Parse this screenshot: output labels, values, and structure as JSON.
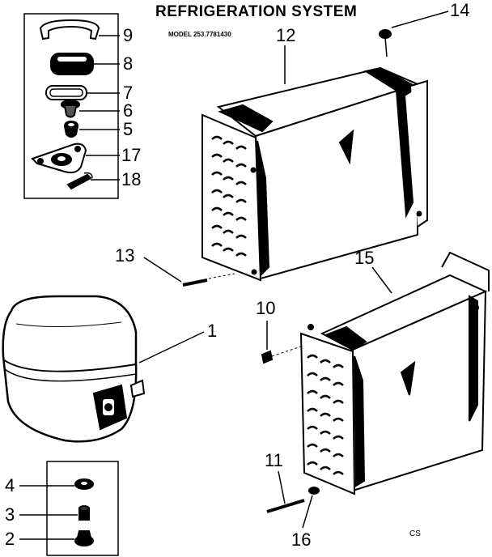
{
  "title": "REFRIGERATION SYSTEM",
  "model": "MODEL 253.7781430",
  "footer_code": "CS",
  "callouts": {
    "n1": "1",
    "n2": "2",
    "n3": "3",
    "n4": "4",
    "n5": "5",
    "n6": "6",
    "n7": "7",
    "n8": "8",
    "n9": "9",
    "n10": "10",
    "n11": "11",
    "n12": "12",
    "n13": "13",
    "n14": "14",
    "n15": "15",
    "n16": "16",
    "n17": "17",
    "n18": "18"
  },
  "colors": {
    "ink": "#000000",
    "paper": "#ffffff"
  }
}
